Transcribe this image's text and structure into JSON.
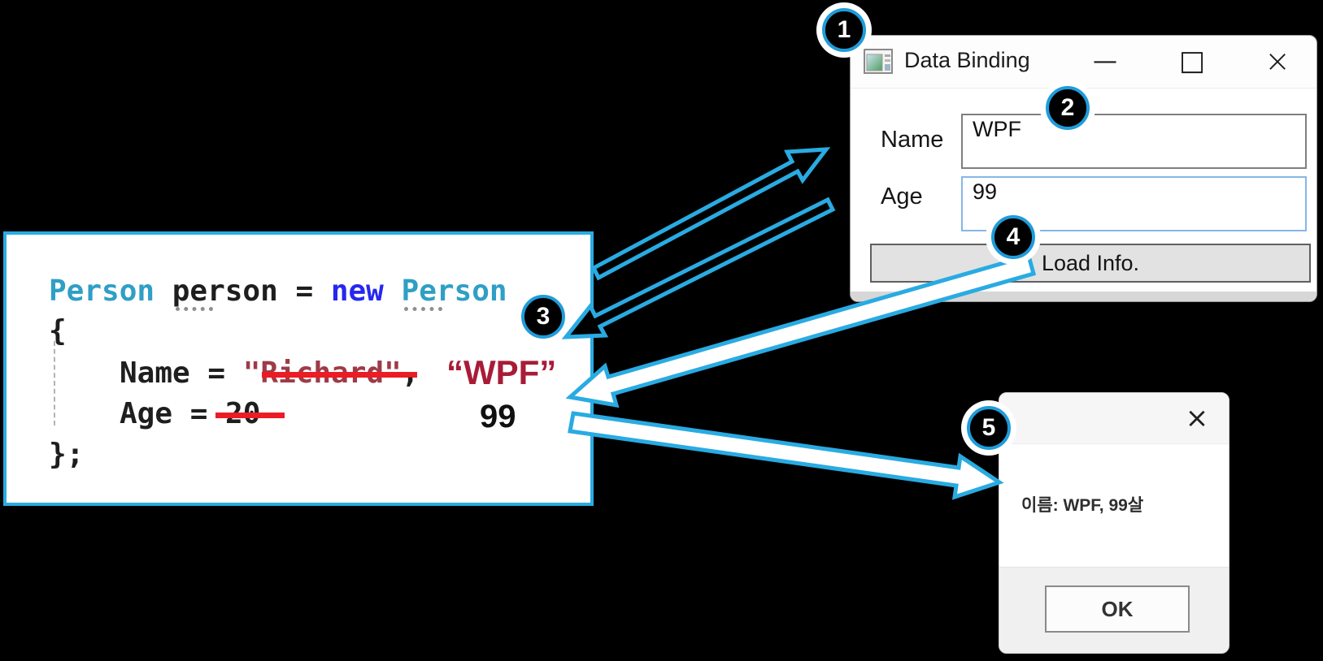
{
  "palette": {
    "background": "#000000",
    "accent_blue": "#29ABE2",
    "strike_red": "#EC1C24",
    "annotation_red": "#A81C38",
    "code_type_teal": "#2F9FC6",
    "code_keyword_blue": "#2727F0",
    "code_string_red": "#9E3B47"
  },
  "steps": {
    "labels": [
      "1",
      "2",
      "3",
      "4",
      "5"
    ]
  },
  "code_panel": {
    "lines": [
      {
        "indent": 0,
        "segments": [
          {
            "text": "Person",
            "cls": "type"
          },
          {
            "text": " "
          },
          {
            "text": "person",
            "dots": true
          },
          {
            "text": " = "
          },
          {
            "text": "new",
            "cls": "keyword"
          },
          {
            "text": " "
          },
          {
            "text": "Person",
            "cls": "type",
            "dots": true
          }
        ]
      },
      {
        "indent": 0,
        "segments": [
          {
            "text": "{"
          }
        ]
      },
      {
        "indent": 1,
        "segments": [
          {
            "text": "Name = "
          },
          {
            "text": "\"Richard\"",
            "cls": "string",
            "strike": "full"
          },
          {
            "text": ","
          }
        ]
      },
      {
        "indent": 1,
        "segments": [
          {
            "text": "Age ="
          },
          {
            "text": " 20",
            "strike": "right"
          }
        ]
      },
      {
        "indent": 0,
        "segments": [
          {
            "text": "};"
          }
        ]
      }
    ],
    "annotations": {
      "name_new_value": "“WPF”",
      "age_new_value": "99"
    }
  },
  "main_window": {
    "title": "Data Binding",
    "controls": {
      "minimize": "—",
      "maximize": "□",
      "close": "×"
    },
    "fields": [
      {
        "label": "Name",
        "value": "WPF"
      },
      {
        "label": "Age",
        "value": "99"
      }
    ],
    "button_label": "Load Info."
  },
  "message_box": {
    "close": "×",
    "message": "이름: WPF, 99살",
    "ok_label": "OK"
  }
}
